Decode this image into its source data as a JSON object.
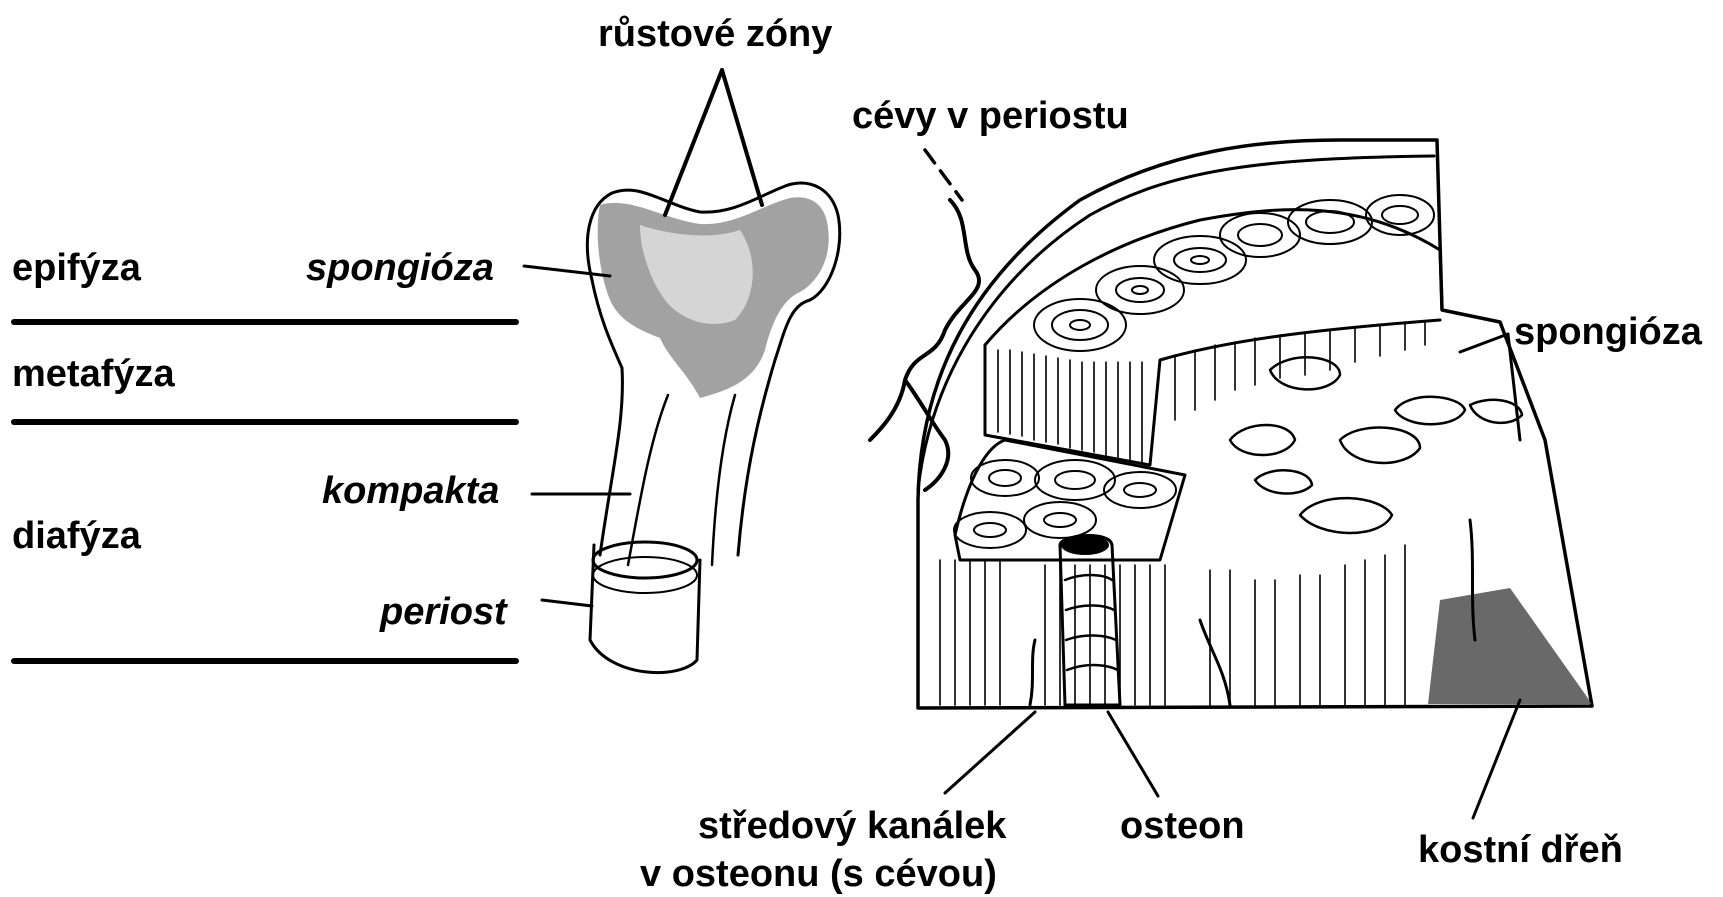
{
  "left_labels": {
    "epifyza": "epifýza",
    "metafyza": "metafýza",
    "diafyza": "diafýza"
  },
  "bone_labels": {
    "rustove_zony": "růstové zóny",
    "spongioza": "spongióza",
    "kompakta": "kompakta",
    "periost": "periost"
  },
  "section_labels": {
    "cevy_v_periostu": "cévy v periostu",
    "spongioza": "spongióza",
    "stredovy_kanalek_line1": "středový kanálek",
    "stredovy_kanalek_line2": "v osteonu (s cévou)",
    "osteon": "osteon",
    "kostni_dren": "kostní dřeň"
  },
  "colors": {
    "ink": "#000000",
    "paper": "#ffffff"
  }
}
